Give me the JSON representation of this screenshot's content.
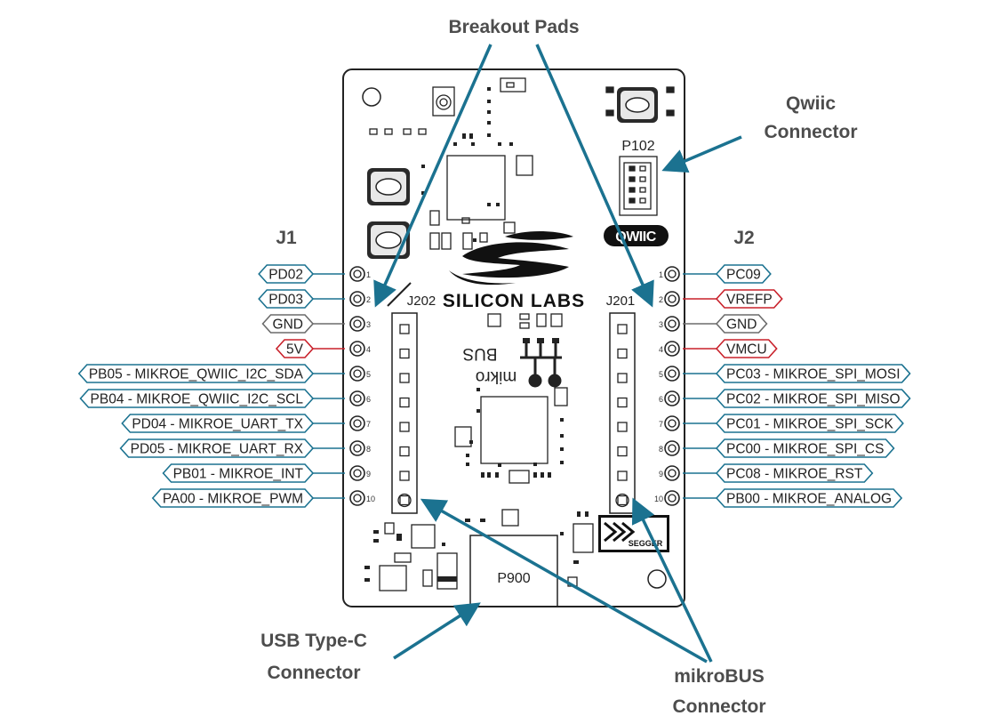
{
  "callouts": {
    "breakout": "Breakout Pads",
    "qwiic_line1": "Qwiic",
    "qwiic_line2": "Connector",
    "usb_line1": "USB Type-C",
    "usb_line2": "Connector",
    "mikrobus_line1": "mikroBUS",
    "mikrobus_line2": "Connector"
  },
  "headers": {
    "j1": "J1",
    "j2": "J2"
  },
  "board": {
    "j202": "J202",
    "j201": "J201",
    "p102": "P102",
    "p900": "P900",
    "qwiic_logo": "QWIIC",
    "silicon_labs": "SILICON LABS",
    "mikro": "mikro",
    "bus": "BUS",
    "segger": "SEGGER"
  },
  "colors": {
    "teal": "#1b7290",
    "red": "#c8202a",
    "gray": "#6b6b6b"
  },
  "j1_pins": [
    {
      "num": "1",
      "label": "PD02",
      "type": "teal"
    },
    {
      "num": "2",
      "label": "PD03",
      "type": "teal"
    },
    {
      "num": "3",
      "label": "GND",
      "type": "gray"
    },
    {
      "num": "4",
      "label": "5V",
      "type": "red"
    },
    {
      "num": "5",
      "label": "PB05 - MIKROE_QWIIC_I2C_SDA",
      "type": "teal"
    },
    {
      "num": "6",
      "label": "PB04 - MIKROE_QWIIC_I2C_SCL",
      "type": "teal"
    },
    {
      "num": "7",
      "label": "PD04 - MIKROE_UART_TX",
      "type": "teal"
    },
    {
      "num": "8",
      "label": "PD05 - MIKROE_UART_RX",
      "type": "teal"
    },
    {
      "num": "9",
      "label": "PB01 - MIKROE_INT",
      "type": "teal"
    },
    {
      "num": "10",
      "label": "PA00 - MIKROE_PWM",
      "type": "teal"
    }
  ],
  "j2_pins": [
    {
      "num": "1",
      "label": "PC09",
      "type": "teal"
    },
    {
      "num": "2",
      "label": "VREFP",
      "type": "red"
    },
    {
      "num": "3",
      "label": "GND",
      "type": "gray"
    },
    {
      "num": "4",
      "label": "VMCU",
      "type": "red"
    },
    {
      "num": "5",
      "label": "PC03 - MIKROE_SPI_MOSI",
      "type": "teal"
    },
    {
      "num": "6",
      "label": "PC02 - MIKROE_SPI_MISO",
      "type": "teal"
    },
    {
      "num": "7",
      "label": "PC01 - MIKROE_SPI_SCK",
      "type": "teal"
    },
    {
      "num": "8",
      "label": "PC00 - MIKROE_SPI_CS",
      "type": "teal"
    },
    {
      "num": "9",
      "label": "PC08 - MIKROE_RST",
      "type": "teal"
    },
    {
      "num": "10",
      "label": "PB00 - MIKROE_ANALOG",
      "type": "teal"
    }
  ]
}
